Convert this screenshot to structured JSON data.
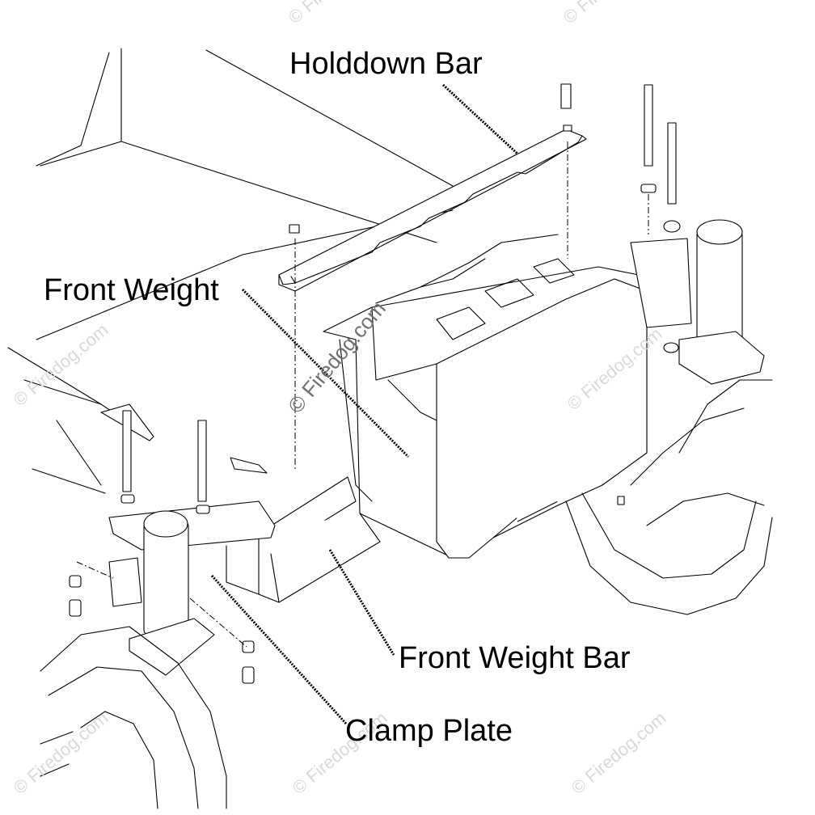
{
  "diagram": {
    "labels": {
      "holddown_bar": "Holddown Bar",
      "front_weight": "Front Weight",
      "front_weight_bar": "Front Weight Bar",
      "clamp_plate": "Clamp Plate"
    },
    "watermark": "© Firedog.com",
    "colors": {
      "line": "#000000",
      "background": "#ffffff",
      "watermark": "#d8d8d8"
    }
  }
}
